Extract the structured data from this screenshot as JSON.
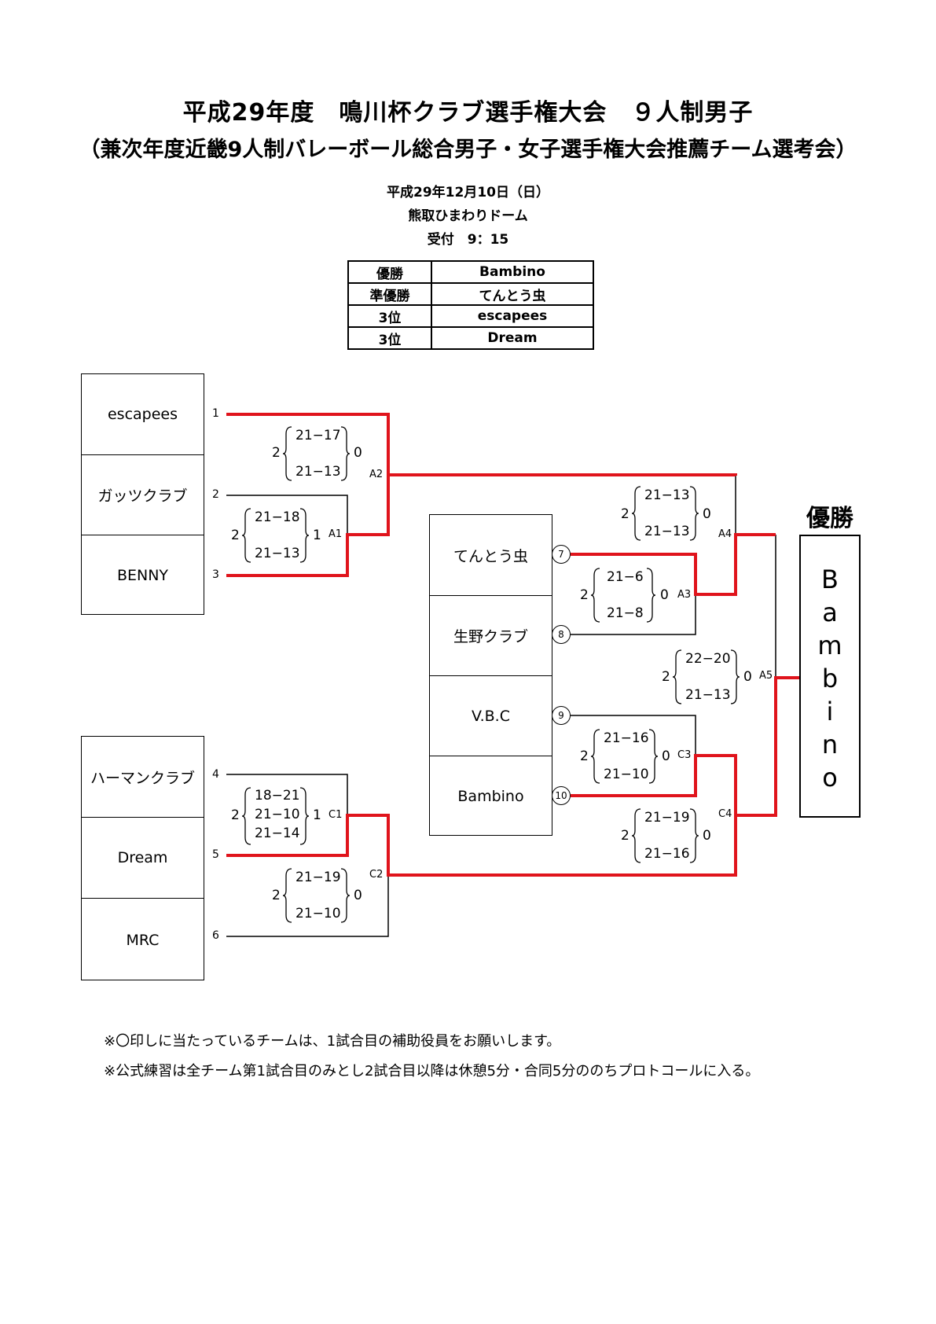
{
  "header": {
    "title": "平成29年度　鳴川杯クラブ選手権大会　９人制男子",
    "subtitle": "（兼次年度近畿9人制バレーボール総合男子・女子選手権大会推薦チーム選考会）",
    "date": "平成29年12月10日（日）",
    "venue": "熊取ひまわりドーム",
    "reception": "受付　9：15"
  },
  "results": [
    {
      "rank": "優勝",
      "team": "Bambino"
    },
    {
      "rank": "準優勝",
      "team": "てんとう虫"
    },
    {
      "rank": "3位",
      "team": "escapees"
    },
    {
      "rank": "3位",
      "team": "Dream"
    }
  ],
  "block_a": {
    "teams": [
      "escapees",
      "ガッツクラブ",
      "BENNY"
    ],
    "seeds": [
      "1",
      "2",
      "3"
    ]
  },
  "block_c": {
    "teams": [
      "ハーマンクラブ",
      "Dream",
      "MRC"
    ],
    "seeds": [
      "4",
      "5",
      "6"
    ]
  },
  "block_center": {
    "teams": [
      "てんとう虫",
      "生野クラブ",
      "V.B.C",
      "Bambino"
    ],
    "seeds": [
      "7",
      "8",
      "9",
      "10"
    ]
  },
  "matches": {
    "A1": {
      "label": "A1",
      "left": "2",
      "right": "1",
      "sets": [
        "21−18",
        "21−13"
      ]
    },
    "A2": {
      "label": "A2",
      "left": "2",
      "right": "0",
      "sets": [
        "21−17",
        "21−13"
      ]
    },
    "A3": {
      "label": "A3",
      "left": "2",
      "right": "0",
      "sets": [
        "21−6",
        "21−8"
      ]
    },
    "A4": {
      "label": "A4",
      "left": "2",
      "right": "0",
      "sets": [
        "21−13",
        "21−13"
      ]
    },
    "A5": {
      "label": "A5",
      "left": "2",
      "right": "0",
      "sets": [
        "22−20",
        "21−13"
      ]
    },
    "C1": {
      "label": "C1",
      "left": "2",
      "right": "1",
      "sets": [
        "18−21",
        "21−10",
        "21−14"
      ]
    },
    "C2": {
      "label": "C2",
      "left": "2",
      "right": "0",
      "sets": [
        "21−19",
        "21−10"
      ]
    },
    "C3": {
      "label": "C3",
      "left": "2",
      "right": "0",
      "sets": [
        "21−16",
        "21−10"
      ]
    },
    "C4": {
      "label": "C4",
      "left": "2",
      "right": "0",
      "sets": [
        "21−19",
        "21−16"
      ]
    }
  },
  "champion": {
    "heading": "優勝",
    "letters": [
      "B",
      "a",
      "m",
      "b",
      "i",
      "n",
      "o"
    ]
  },
  "notes": [
    "※〇印しに当たっているチームは、1試合目の補助役員をお願いします。",
    "※公式練習は全チーム第1試合目のみとし2試合目以降は休憩5分・合同5分ののちプロトコールに入る。"
  ],
  "colors": {
    "win_line": "#e0141c",
    "line": "#000000"
  }
}
